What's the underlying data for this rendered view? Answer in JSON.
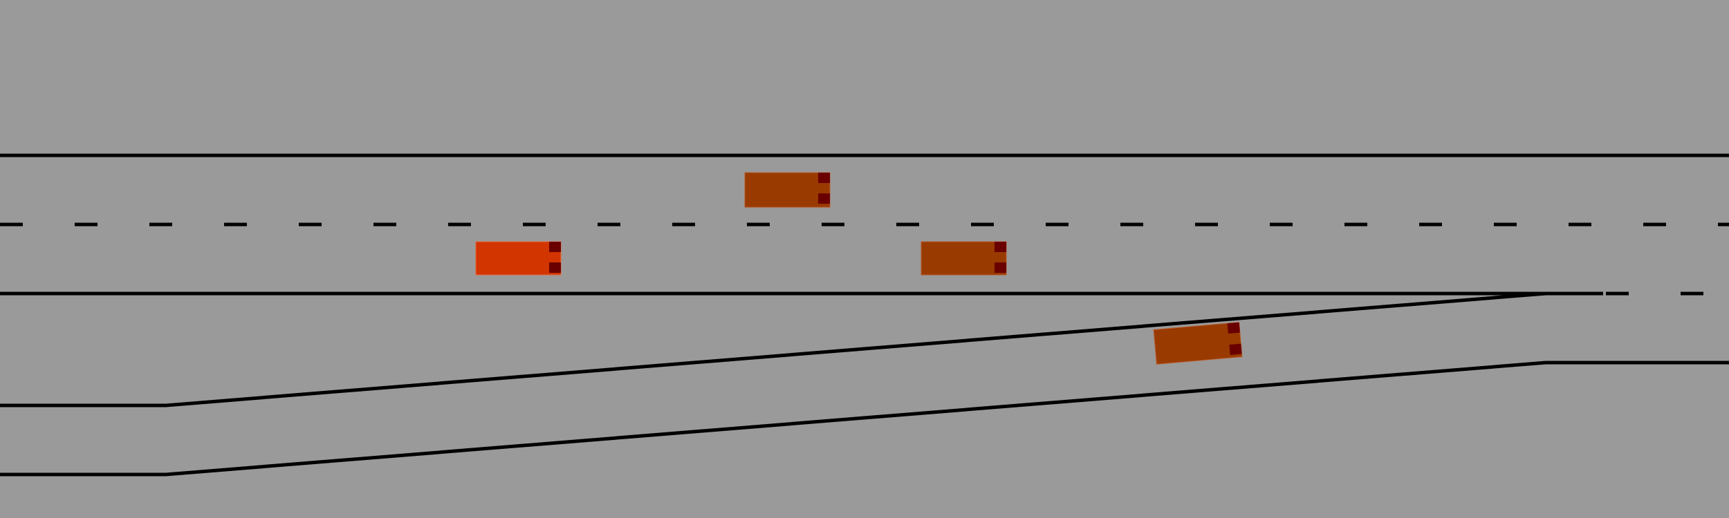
{
  "colors": {
    "background": "#9a9a9a",
    "lane_line": "#000000",
    "ego_vehicle": "#d23500",
    "other_vehicle": "#993a00",
    "taillight": "#6a0000"
  },
  "vehicles": [
    {
      "role": "ego",
      "lane": "main-right",
      "heading": "east"
    },
    {
      "role": "traffic",
      "lane": "main-left",
      "heading": "east"
    },
    {
      "role": "traffic",
      "lane": "main-right",
      "heading": "east"
    },
    {
      "role": "traffic",
      "lane": "on-ramp-merge",
      "heading": "east"
    }
  ]
}
